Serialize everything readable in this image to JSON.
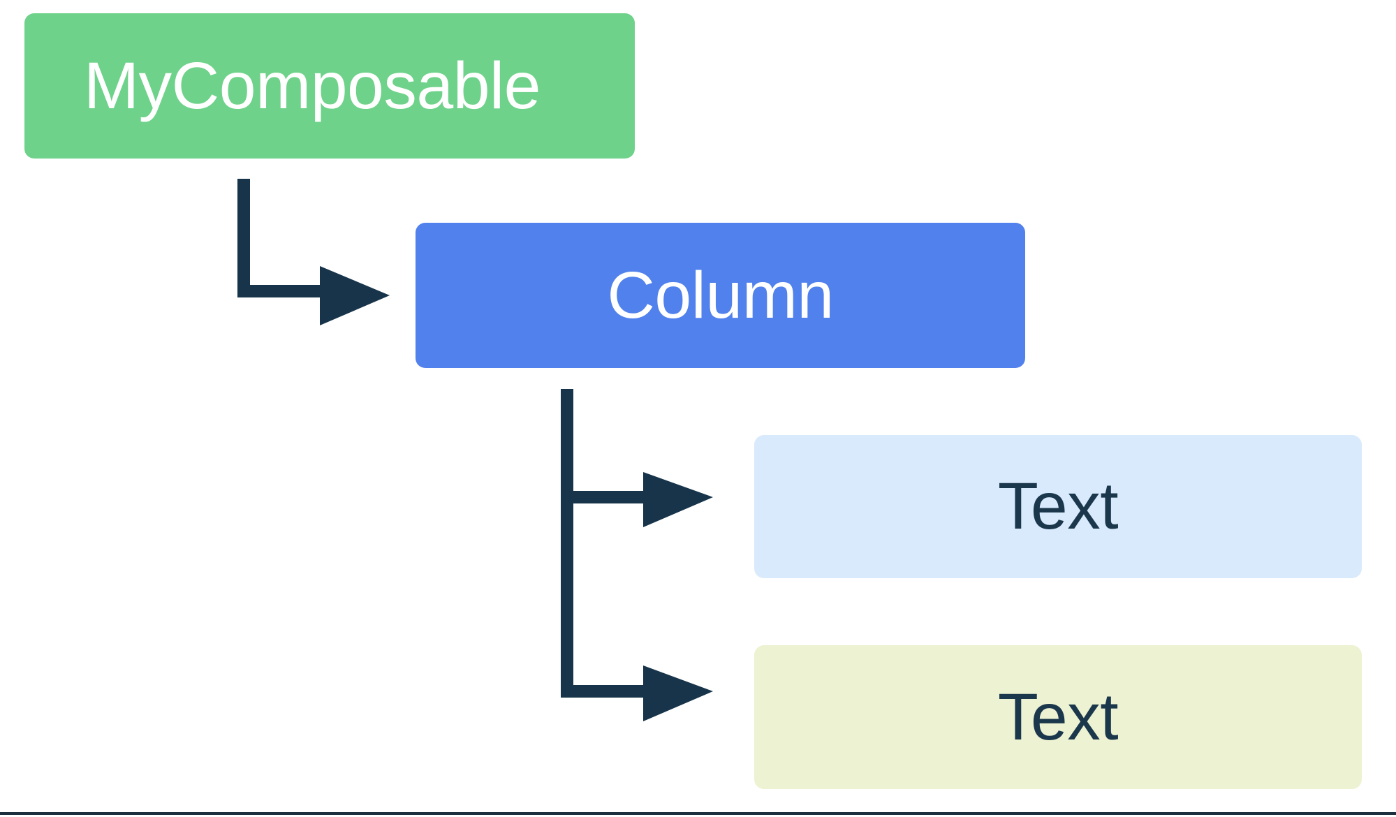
{
  "diagram": {
    "type": "composable-hierarchy-tree",
    "background_color": "#ffffff",
    "connector_color": "#17344a",
    "nodes": [
      {
        "id": "root",
        "label": "MyComposable",
        "level": 0,
        "fill": "#6ed28a",
        "text_color": "#ffffff"
      },
      {
        "id": "column",
        "label": "Column",
        "level": 1,
        "fill": "#5181ec",
        "text_color": "#ffffff"
      },
      {
        "id": "text-1",
        "label": "Text",
        "level": 2,
        "fill": "#d9eafc",
        "text_color": "#1b374b"
      },
      {
        "id": "text-2",
        "label": "Text",
        "level": 2,
        "fill": "#edf2d2",
        "text_color": "#1b374b"
      }
    ],
    "edges": [
      {
        "from": "root",
        "to": "column",
        "style": "elbow-arrow"
      },
      {
        "from": "column",
        "to": "text-1",
        "style": "elbow-arrow"
      },
      {
        "from": "column",
        "to": "text-2",
        "style": "elbow-arrow"
      }
    ],
    "divider": {
      "color": "#1b2f3e",
      "position": "bottom"
    }
  }
}
